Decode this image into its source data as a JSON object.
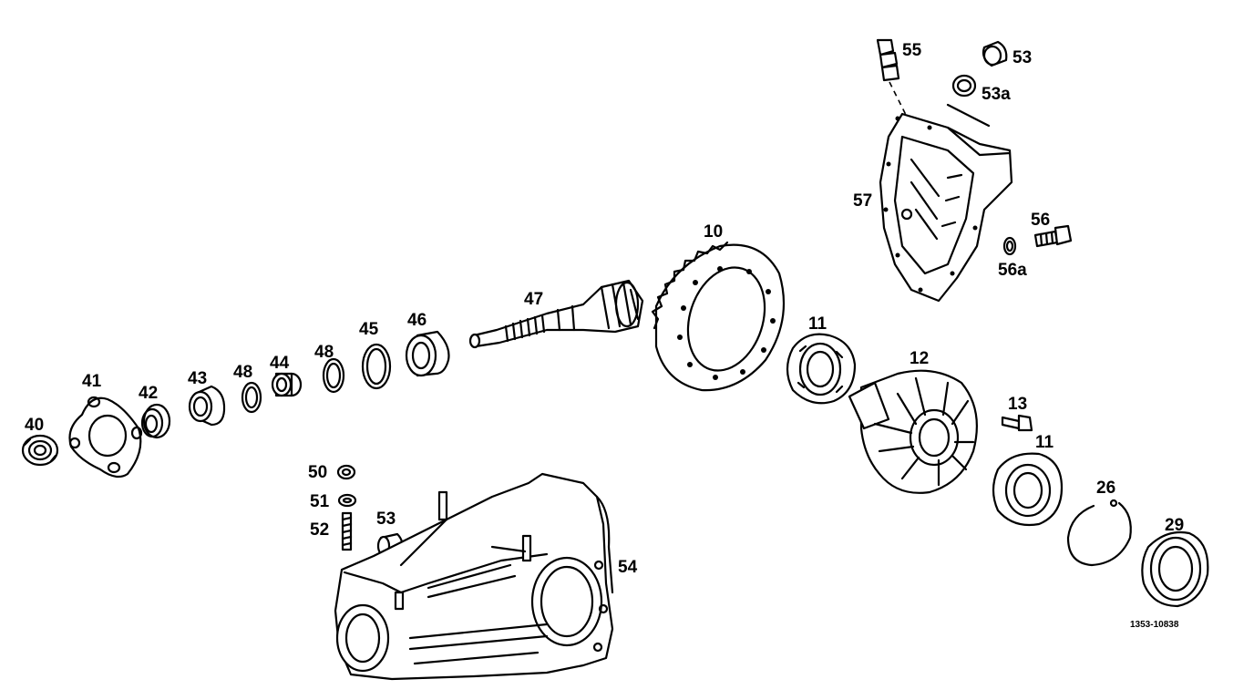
{
  "labels": {
    "p10": "10",
    "p11a": "11",
    "p11b": "11",
    "p12": "12",
    "p13": "13",
    "p26": "26",
    "p29": "29",
    "p40": "40",
    "p41": "41",
    "p42": "42",
    "p43": "43",
    "p44": "44",
    "p45": "45",
    "p46": "46",
    "p47": "47",
    "p48a": "48",
    "p48b": "48",
    "p50": "50",
    "p51": "51",
    "p52": "52",
    "p53a": "53",
    "p53b": "53",
    "p53a_seal": "53a",
    "p54": "54",
    "p55": "55",
    "p56": "56",
    "p56a": "56a",
    "p57": "57"
  },
  "reference_code": "1353-10838"
}
